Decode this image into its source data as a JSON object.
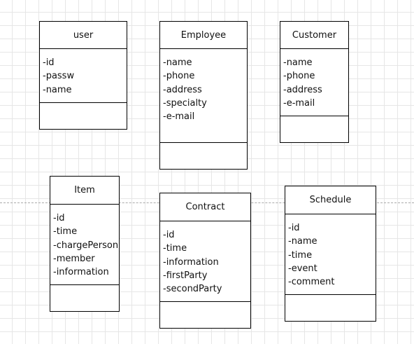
{
  "classes": {
    "user": {
      "name": "user",
      "attributes": [
        "-id",
        "-passw",
        "-name"
      ]
    },
    "employee": {
      "name": "Employee",
      "attributes": [
        "-name",
        "-phone",
        "-address",
        "-specialty",
        "-e-mail"
      ]
    },
    "customer": {
      "name": "Customer",
      "attributes": [
        "-name",
        "-phone",
        "-address",
        "-e-mail"
      ]
    },
    "item": {
      "name": "Item",
      "attributes": [
        "-id",
        "-time",
        "-chargePerson",
        "-member",
        "-information"
      ]
    },
    "contract": {
      "name": "Contract",
      "attributes": [
        "-id",
        "-time",
        "-information",
        "-firstParty",
        "-secondParty"
      ]
    },
    "schedule": {
      "name": "Schedule",
      "attributes": [
        "-id",
        "-name",
        "-time",
        "-event",
        "-comment"
      ]
    }
  }
}
